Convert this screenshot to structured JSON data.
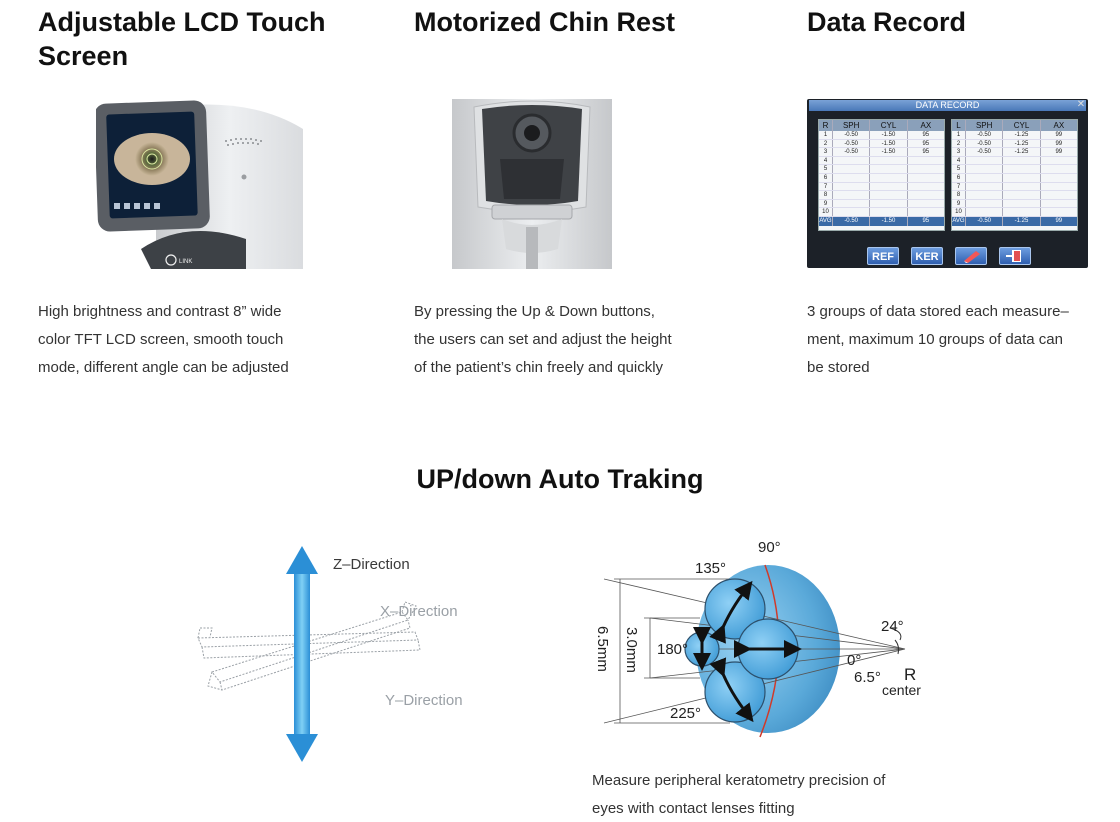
{
  "features": [
    {
      "title_line1": "Adjustable LCD Touch",
      "title_line2": "Screen",
      "desc_lines": [
        "High brightness and contrast 8” wide",
        "color TFT LCD screen, smooth touch",
        "mode, different angle can be adjusted"
      ]
    },
    {
      "title_line1": "Motorized Chin Rest",
      "desc_lines": [
        "By pressing the Up & Down buttons,",
        "the users can set and adjust the height",
        "of the patient’s chin freely and quickly"
      ]
    },
    {
      "title_line1": "Data Record",
      "desc_lines": [
        "3 groups of data stored each measure–",
        "ment, maximum 10 groups of data can",
        "be stored"
      ]
    }
  ],
  "lcd_logo": "LINK",
  "data_record": {
    "title": "DATA RECORD",
    "left": {
      "headers": [
        "R",
        "SPH",
        "CYL",
        "AX"
      ],
      "rows": [
        [
          "1",
          "-0.50",
          "-1.50",
          "95"
        ],
        [
          "2",
          "-0.50",
          "-1.50",
          "95"
        ],
        [
          "3",
          "-0.50",
          "-1.50",
          "95"
        ],
        [
          "4",
          "",
          "",
          ""
        ],
        [
          "5",
          "",
          "",
          ""
        ],
        [
          "6",
          "",
          "",
          ""
        ],
        [
          "7",
          "",
          "",
          ""
        ],
        [
          "8",
          "",
          "",
          ""
        ],
        [
          "9",
          "",
          "",
          ""
        ],
        [
          "10",
          "",
          "",
          ""
        ]
      ],
      "avg": [
        "AVG",
        "-0.50",
        "-1.50",
        "95"
      ]
    },
    "right": {
      "headers": [
        "L",
        "SPH",
        "CYL",
        "AX"
      ],
      "rows": [
        [
          "1",
          "-0.50",
          "-1.25",
          "99"
        ],
        [
          "2",
          "-0.50",
          "-1.25",
          "99"
        ],
        [
          "3",
          "-0.50",
          "-1.25",
          "99"
        ],
        [
          "4",
          "",
          "",
          ""
        ],
        [
          "5",
          "",
          "",
          ""
        ],
        [
          "6",
          "",
          "",
          ""
        ],
        [
          "7",
          "",
          "",
          ""
        ],
        [
          "8",
          "",
          "",
          ""
        ],
        [
          "9",
          "",
          "",
          ""
        ],
        [
          "10",
          "",
          "",
          ""
        ]
      ],
      "avg": [
        "AVG",
        "-0.50",
        "-1.25",
        "99"
      ]
    },
    "buttons": {
      "ref": "REF",
      "ker": "KER"
    }
  },
  "section": {
    "title": "UP/down Auto Traking"
  },
  "tracking_diagram": {
    "z_label": "Z–Direction",
    "x_label": "X–Direction",
    "y_label": "Y–Direction"
  },
  "kerato_diagram": {
    "angle_90": "90°",
    "angle_135": "135°",
    "angle_180": "180°",
    "angle_225": "225°",
    "angle_24": "24°",
    "angle_0": "0°",
    "angle_65": "6.5°",
    "r_label": "R",
    "center_label": "center",
    "dim_65mm": "6.5mm",
    "dim_30mm": "3.0mm",
    "caption_lines": [
      "Measure peripheral keratometry precision of",
      "eyes with contact lenses fitting"
    ]
  },
  "colors": {
    "tracking_arrow": "#3aa3e0",
    "eye_blue": "#5ab0e0",
    "red_line": "#d03a2a"
  }
}
